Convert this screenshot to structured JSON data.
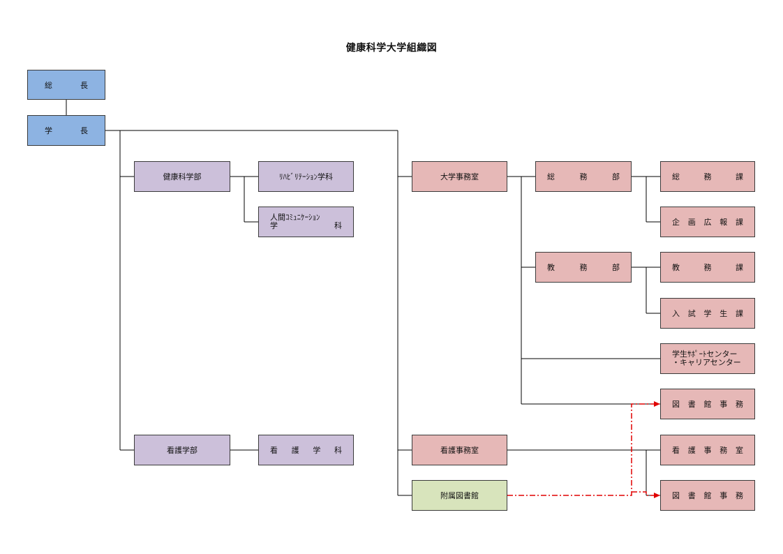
{
  "title": "健康科学大学組織図",
  "colors": {
    "executive": "#8db3e2",
    "faculty": "#ccc0da",
    "office": "#e6b8b7",
    "library": "#d8e4bc",
    "line": "#000000",
    "library_link": "#e00000"
  },
  "executive": {
    "president_chair": [
      "総",
      "長"
    ],
    "president": [
      "学",
      "長"
    ]
  },
  "faculties": {
    "health_science": {
      "name": "健康科学部",
      "dept1": "ﾘﾊﾋﾞﾘﾃｰｼｮﾝ学科",
      "dept2_line1": "人間ｺﾐｭﾆｹｰｼｮﾝ",
      "dept2_line2": [
        "学",
        "科"
      ]
    },
    "nursing": {
      "name": "看護学部",
      "dept": [
        "看",
        "護",
        "学",
        "科"
      ]
    }
  },
  "offices": {
    "university_office": "大学事務室",
    "general_affairs_dept": [
      "総",
      "務",
      "部"
    ],
    "general_affairs_section": [
      "総",
      "務",
      "課"
    ],
    "planning_pr_section": [
      "企",
      "画",
      "広",
      "報",
      "課"
    ],
    "academic_affairs_dept": [
      "教",
      "務",
      "部"
    ],
    "academic_affairs_section": [
      "教",
      "務",
      "課"
    ],
    "admissions_section": [
      "入",
      "試",
      "学",
      "生",
      "課"
    ],
    "student_support_line1": "学生ｻﾎﾟｰﾄセンター",
    "student_support_line2": "・キャリアセンター",
    "library_office_1": [
      "図",
      "書",
      "館",
      "事",
      "務"
    ],
    "nursing_office": "看護事務室",
    "nursing_office_section": [
      "看",
      "護",
      "事",
      "務",
      "室"
    ],
    "library_office_2": [
      "図",
      "書",
      "館",
      "事",
      "務"
    ]
  },
  "library": {
    "name": "附属図書館"
  }
}
